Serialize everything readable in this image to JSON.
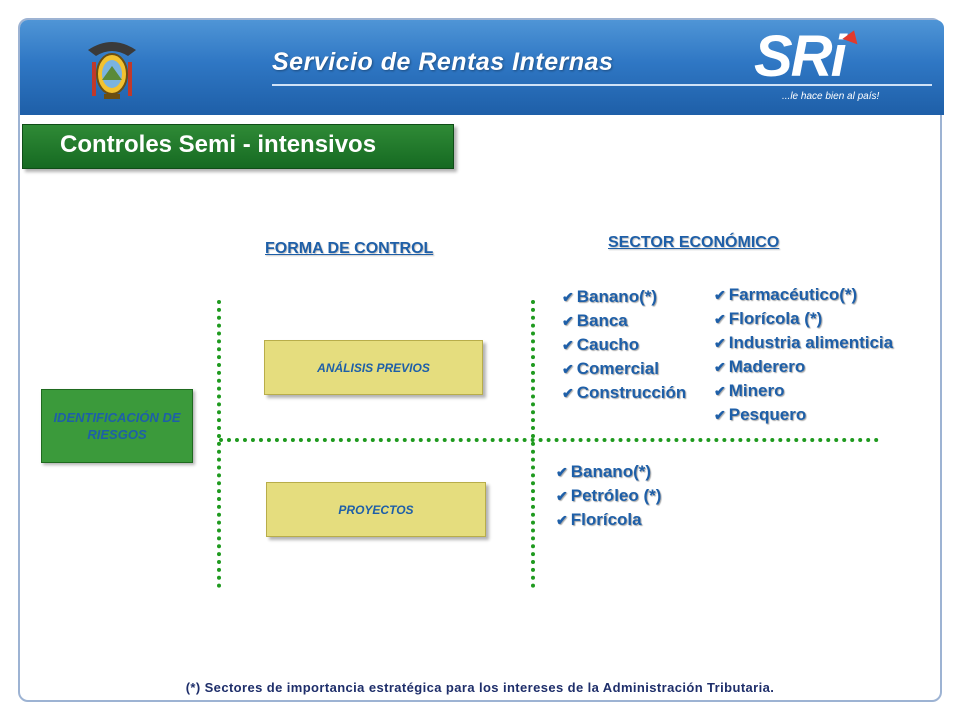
{
  "header": {
    "title": "Servicio de Rentas Internas",
    "logo_text": "SRi",
    "logo_tagline": "...le hace bien al país!",
    "colors": {
      "header_blue": "#2f77c4",
      "accent_green": "#166a22",
      "text_blue": "#1e5fa8",
      "box_yellow": "#e5dd7e"
    },
    "crest_icon": "ecuador-coat-of-arms-icon"
  },
  "section_title": "Controles Semi - intensivos",
  "columns": {
    "forma": "FORMA DE CONTROL",
    "sector": "SECTOR ECONÓMICO"
  },
  "diagram": {
    "root": "IDENTIFICACIÓN DE RIESGOS",
    "forms": [
      "ANÁLISIS PREVIOS",
      "PROYECTOS"
    ],
    "analisis_sectors_col1": [
      "Banano(*)",
      "Banca",
      "Caucho",
      "Comercial",
      "Construcción"
    ],
    "analisis_sectors_col2": [
      "Farmacéutico(*)",
      "Florícola (*)",
      "Industria alimenticia",
      "Maderero",
      "Minero",
      "Pesquero"
    ],
    "proyectos_sectors": [
      "Banano(*)",
      "Petróleo (*)",
      "Florícola"
    ]
  },
  "footnote": "(*) Sectores de importancia estratégica para los intereses de la Administración Tributaria."
}
